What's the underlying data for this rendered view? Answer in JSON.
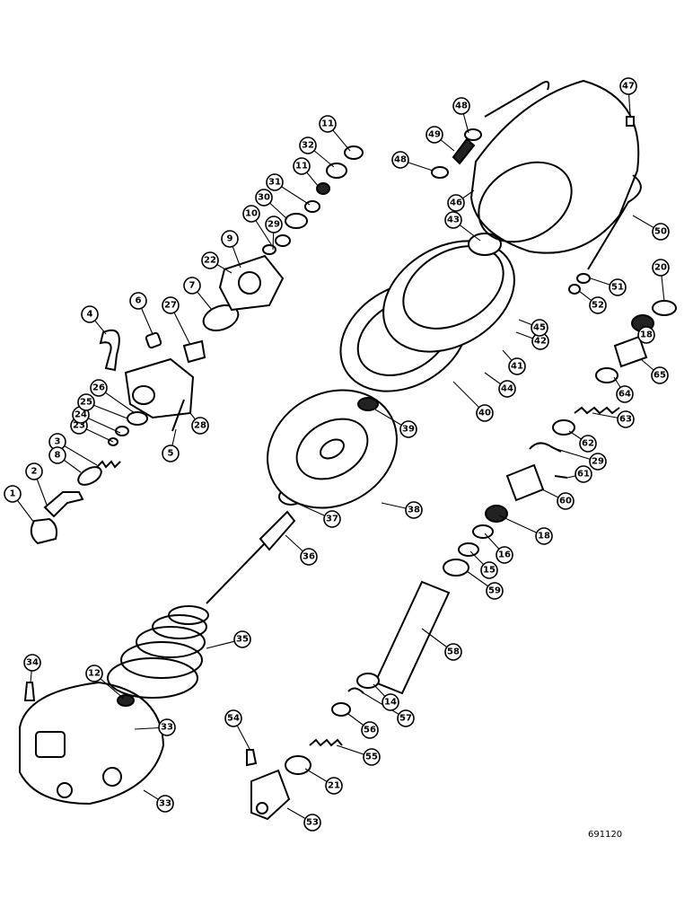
{
  "drawing_id": "691120",
  "callouts": [
    "1",
    "2",
    "3",
    "4",
    "5",
    "6",
    "7",
    "8",
    "9",
    "10",
    "11",
    "11",
    "12",
    "14",
    "15",
    "16",
    "18",
    "18",
    "20",
    "21",
    "22",
    "23",
    "24",
    "25",
    "26",
    "27",
    "28",
    "29",
    "29",
    "30",
    "31",
    "32",
    "33",
    "33",
    "34",
    "35",
    "36",
    "37",
    "38",
    "39",
    "40",
    "41",
    "42",
    "43",
    "44",
    "45",
    "46",
    "47",
    "48",
    "48",
    "49",
    "50",
    "51",
    "52",
    "53",
    "54",
    "55",
    "56",
    "57",
    "58",
    "59",
    "60",
    "61",
    "62",
    "63",
    "64",
    "65"
  ]
}
